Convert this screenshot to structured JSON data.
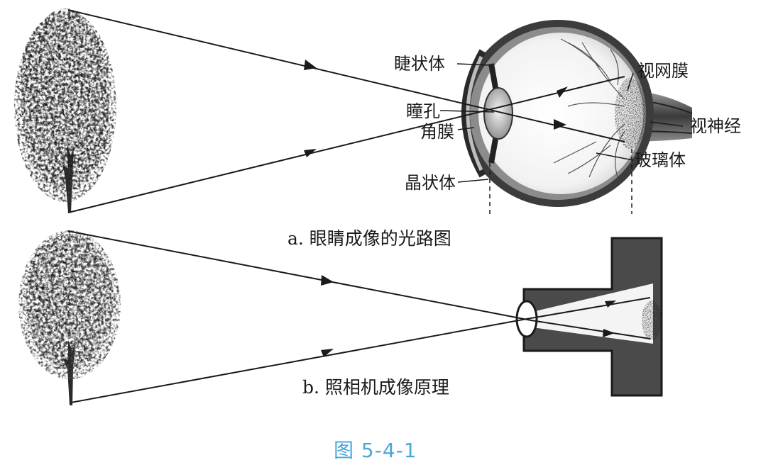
{
  "eye_diagram": {
    "labels": {
      "ciliary_body": "睫状体",
      "pupil": "瞳孔",
      "cornea": "角膜",
      "lens": "晶状体",
      "retina": "视网膜",
      "optic_nerve": "视神经",
      "vitreous_body": "玻璃体"
    },
    "caption": "a. 眼睛成像的光路图"
  },
  "camera_diagram": {
    "caption": "b. 照相机成像原理"
  },
  "figure_number": "图 5-4-1",
  "colors": {
    "ink": "#1a1a1a",
    "figure_number": "#4aa7d8",
    "camera_body": "#4a4a4a"
  }
}
